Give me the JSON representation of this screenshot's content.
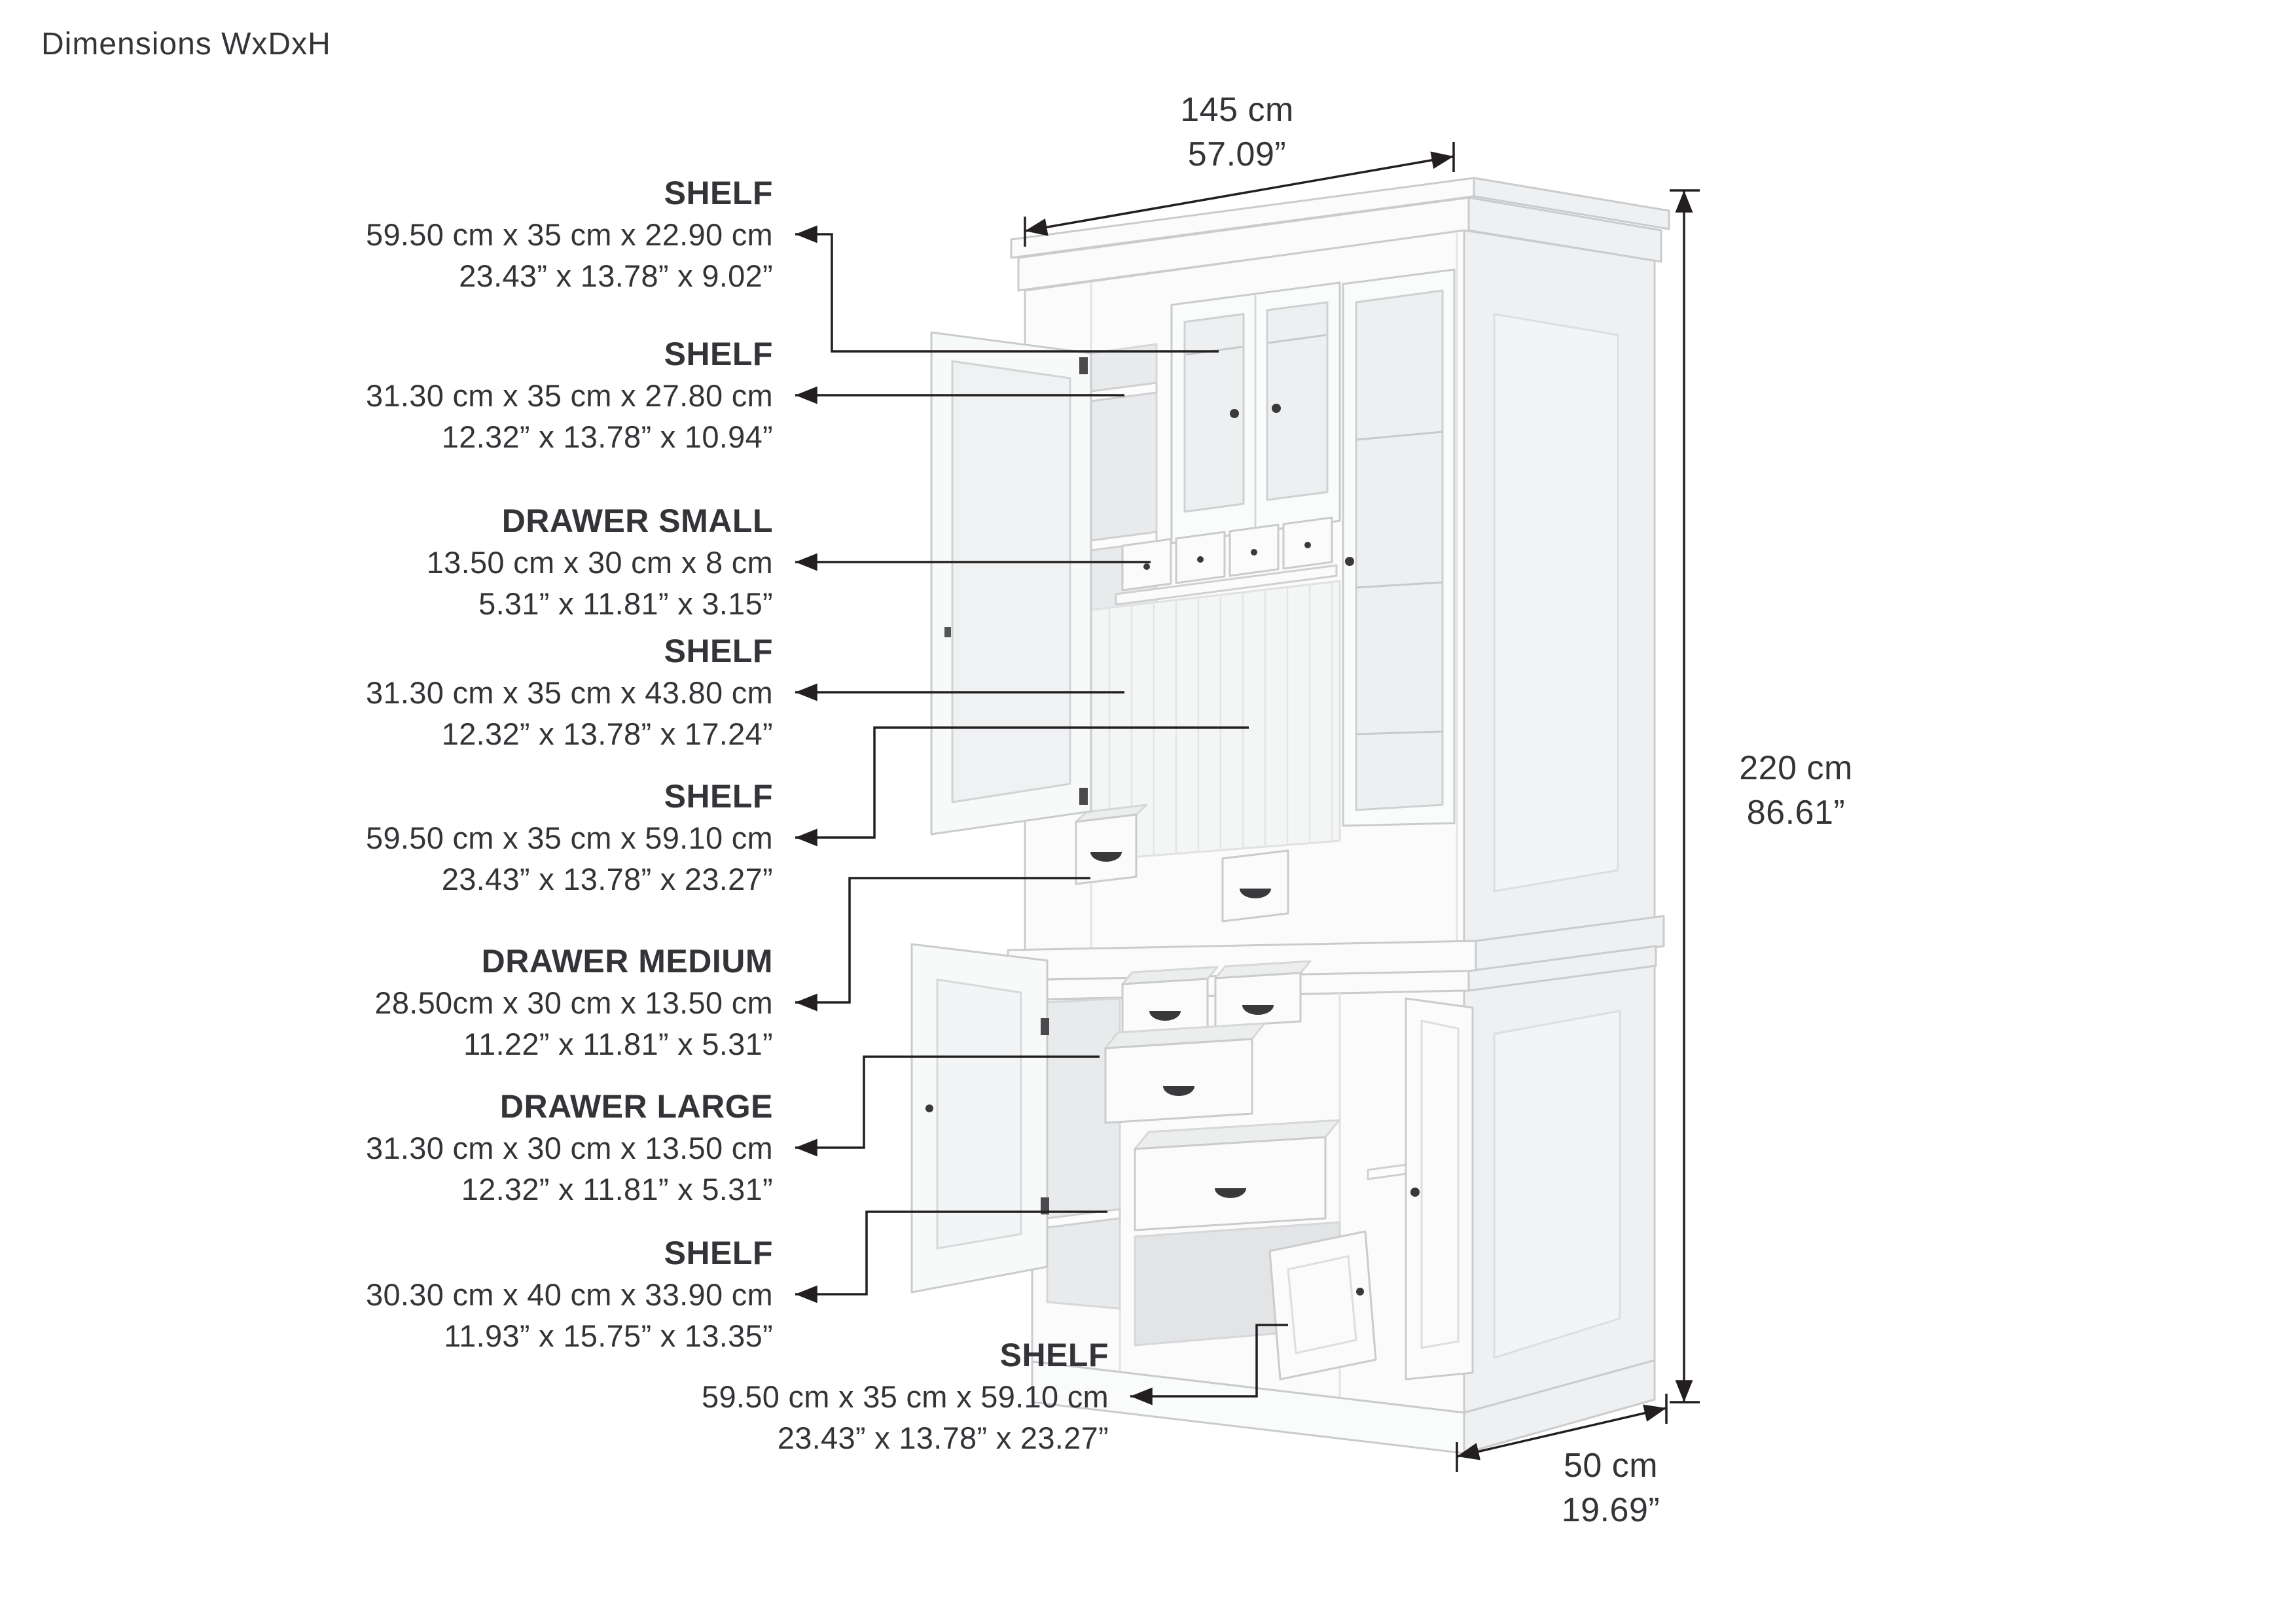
{
  "title": "Dimensions WxDxH",
  "colors": {
    "ink": "#231f20",
    "background": "#ffffff",
    "cabinet_body": "#fbfbfc",
    "cabinet_side": "#eef0f1"
  },
  "overall": {
    "width": {
      "metric": "145 cm",
      "imperial": "57.09”"
    },
    "height": {
      "metric": "220 cm",
      "imperial": "86.61”"
    },
    "depth": {
      "metric": "50 cm",
      "imperial": "19.69”"
    }
  },
  "part_labels": [
    {
      "name": "SHELF",
      "metric": "59.50 cm x 35 cm x 22.90 cm",
      "imperial": "23.43” x 13.78” x 9.02”"
    },
    {
      "name": "SHELF",
      "metric": "31.30 cm x 35 cm x 27.80 cm",
      "imperial": "12.32” x 13.78” x 10.94”"
    },
    {
      "name": "DRAWER SMALL",
      "metric": "13.50 cm x 30 cm x 8 cm",
      "imperial": "5.31” x 11.81” x 3.15”"
    },
    {
      "name": "SHELF",
      "metric": "31.30 cm x 35 cm x 43.80 cm",
      "imperial": "12.32” x 13.78” x 17.24”"
    },
    {
      "name": "SHELF",
      "metric": "59.50 cm x 35 cm x 59.10 cm",
      "imperial": "23.43” x 13.78” x 23.27”"
    },
    {
      "name": "DRAWER MEDIUM",
      "metric": "28.50cm x 30 cm x 13.50 cm",
      "imperial": "11.22” x 11.81” x 5.31”"
    },
    {
      "name": "DRAWER LARGE",
      "metric": "31.30 cm x 30 cm x 13.50 cm",
      "imperial": "12.32” x 11.81” x 5.31”"
    },
    {
      "name": "SHELF",
      "metric": "30.30 cm x 40 cm x 33.90 cm",
      "imperial": "11.93” x 15.75” x 13.35”"
    },
    {
      "name": "SHELF",
      "metric": "59.50 cm x 35 cm x 59.10 cm",
      "imperial": "23.43” x 13.78” x 23.27”"
    }
  ]
}
